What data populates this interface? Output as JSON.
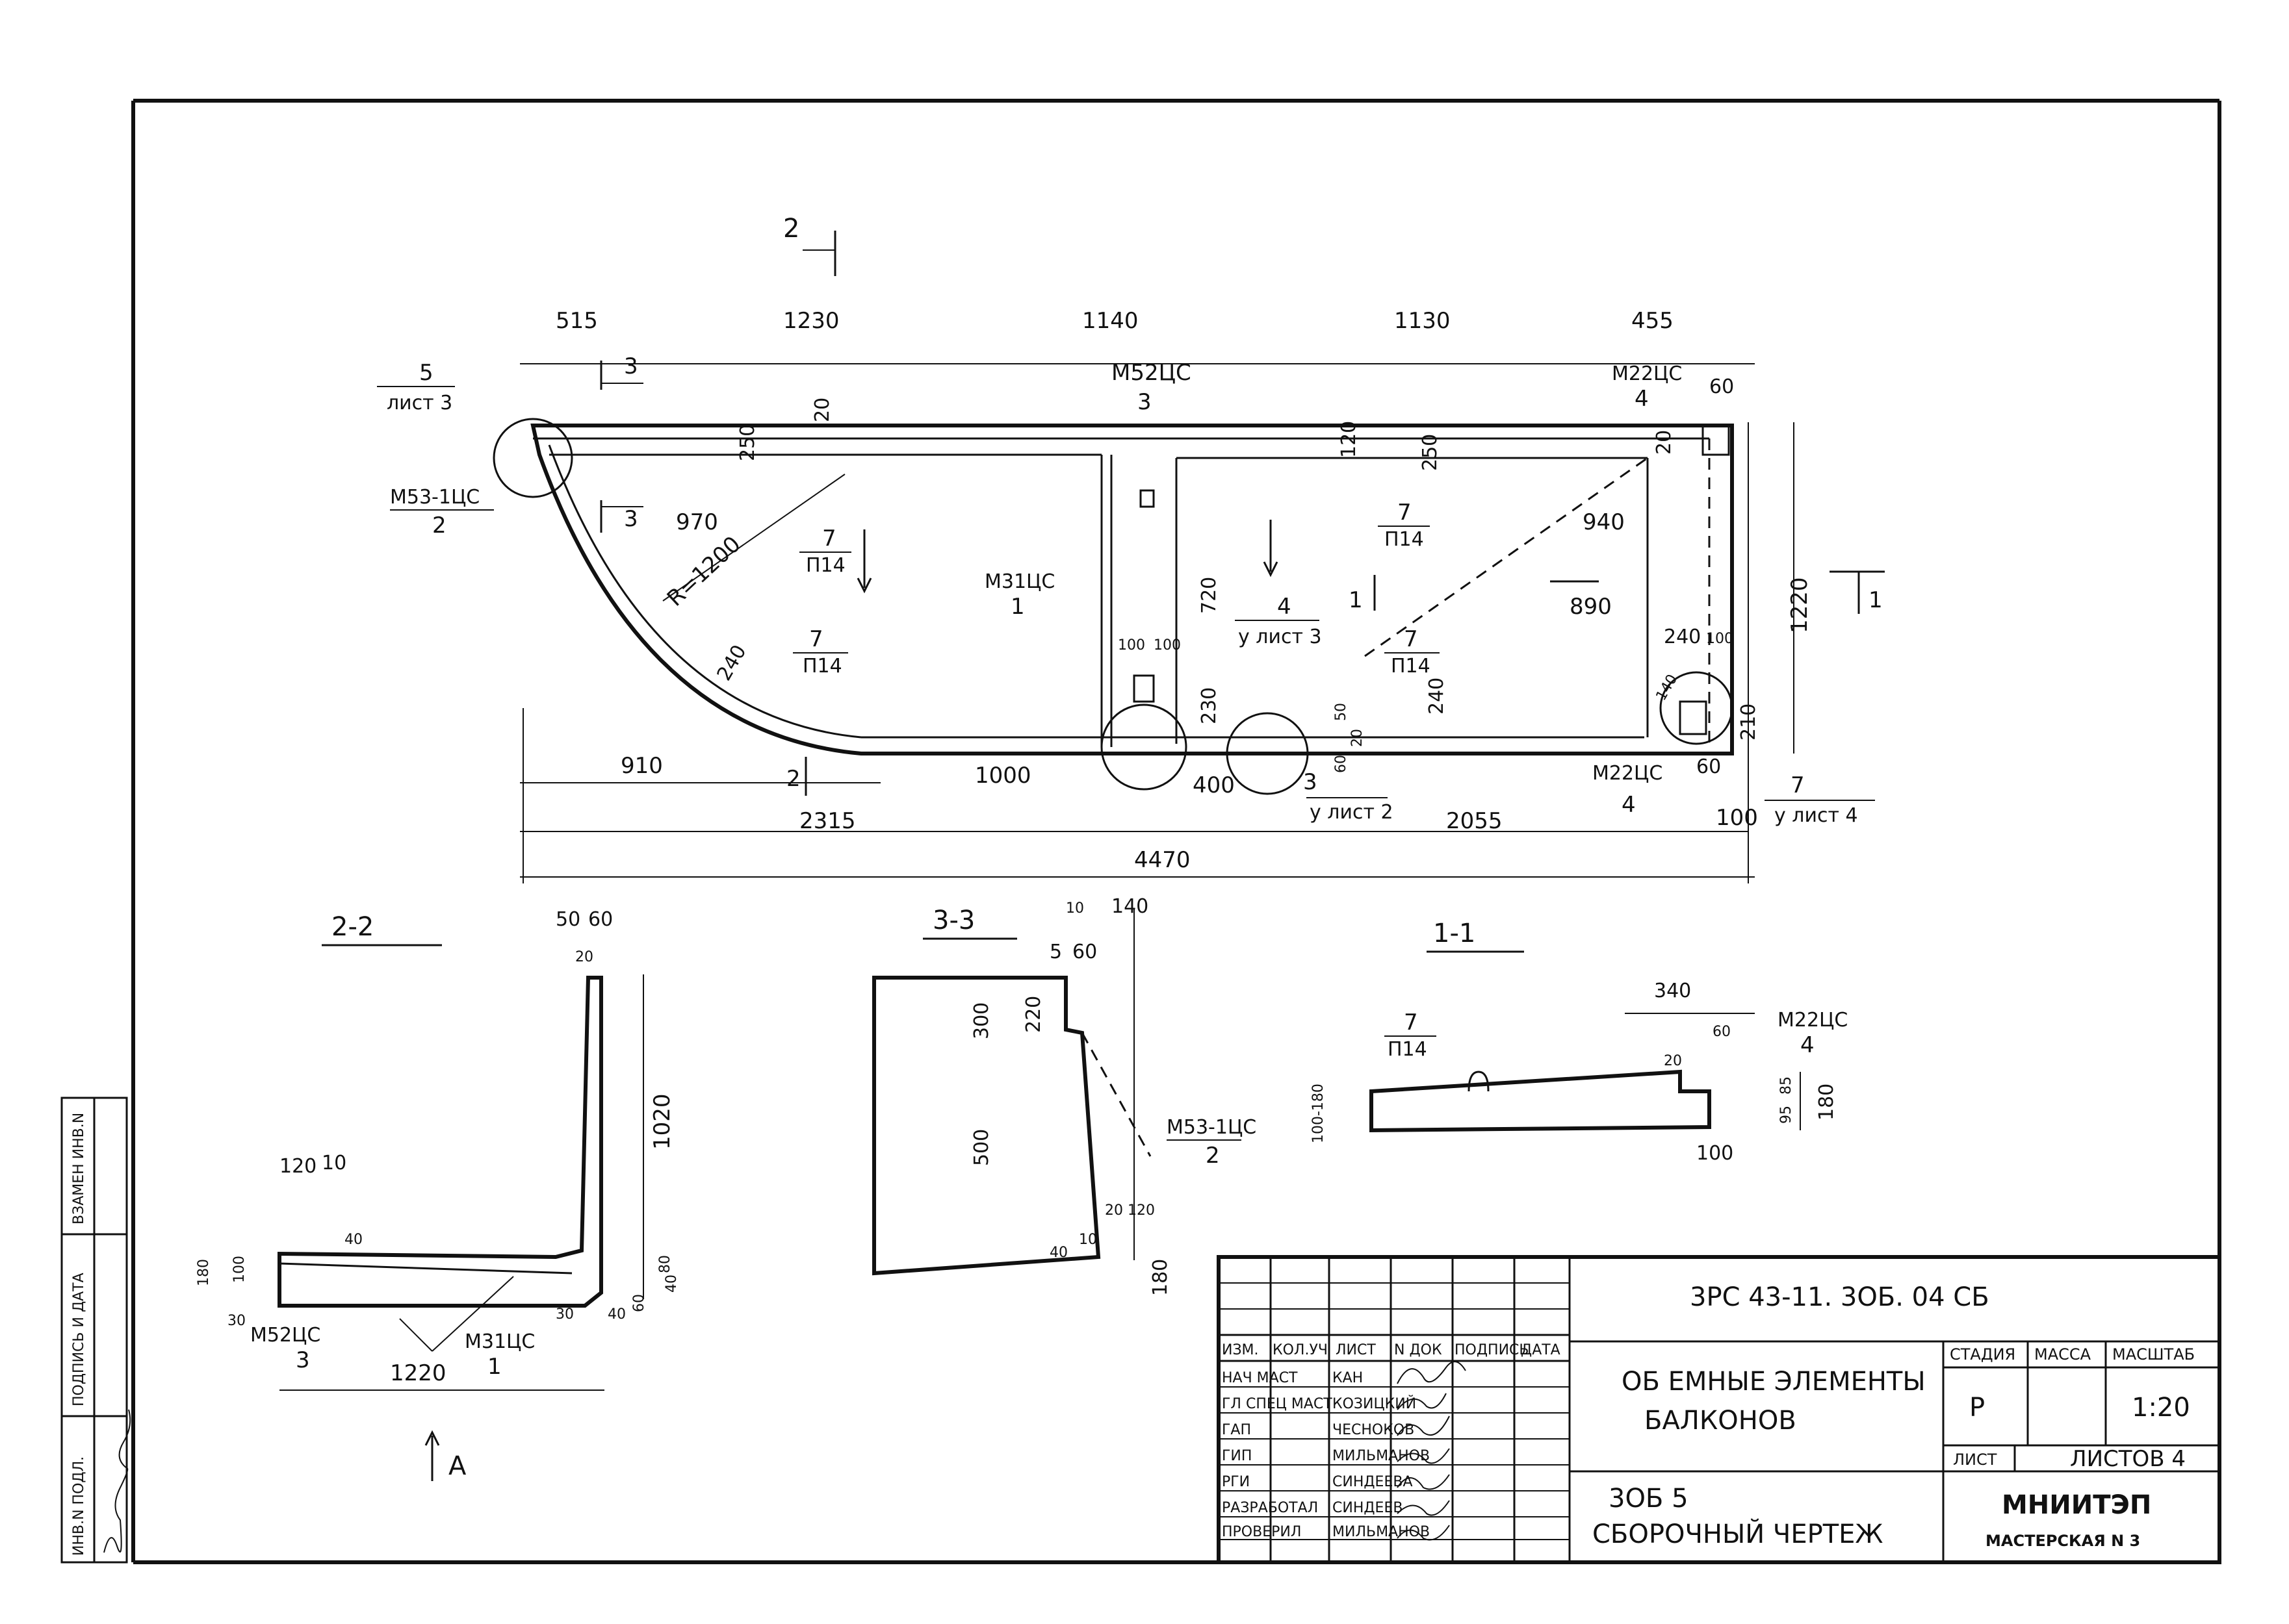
{
  "plan": {
    "dims_top": [
      "515",
      "1230",
      "1140",
      "1130",
      "455"
    ],
    "dims_bottom": [
      "910",
      "1000",
      "400",
      "2315",
      "2055",
      "100",
      "4470"
    ],
    "dims_inner": [
      "250",
      "20",
      "970",
      "R=1200",
      "240",
      "120",
      "250",
      "20",
      "940",
      "890",
      "720",
      "100",
      "100",
      "230",
      "240",
      "240",
      "100",
      "140",
      "210",
      "60",
      "60",
      "1220",
      "50",
      "20",
      "60"
    ],
    "callouts": [
      {
        "num": "5",
        "sheet": "лист 3"
      },
      {
        "num": "M53-1ЦС",
        "sheet": "2"
      },
      {
        "num": "M52ЦС",
        "sheet": "3"
      },
      {
        "num": "M22ЦС",
        "sheet": "4"
      },
      {
        "num": "M31ЦС",
        "sheet": "1"
      },
      {
        "num": "7",
        "sheet": "П14"
      },
      {
        "num": "7",
        "sheet": "П14"
      },
      {
        "num": "7",
        "sheet": "П14"
      },
      {
        "num": "7",
        "sheet": "П14"
      },
      {
        "num": "4",
        "sheet": "у лист 3"
      },
      {
        "num": "3",
        "sheet": "у лист 2"
      },
      {
        "num": "M22ЦС",
        "sheet": "4"
      },
      {
        "num": "7",
        "sheet": "у лист 4"
      }
    ],
    "cuts": [
      "2",
      "3",
      "3",
      "1",
      "1",
      "2"
    ]
  },
  "section_2_2": {
    "title": "2-2",
    "dims": [
      "50",
      "60",
      "20",
      "1020",
      "120",
      "10",
      "40",
      "180",
      "100",
      "30",
      "80",
      "60",
      "40",
      "30",
      "40",
      "1220"
    ],
    "labels": [
      {
        "num": "M52ЦС",
        "sheet": "3"
      },
      {
        "num": "M31ЦС",
        "sheet": "1"
      }
    ],
    "view": "A"
  },
  "section_3_3": {
    "title": "3-3",
    "dims": [
      "10",
      "140",
      "5",
      "60",
      "300",
      "220",
      "500",
      "40",
      "10",
      "20",
      "120",
      "180"
    ],
    "label": {
      "num": "M53-1ЦС",
      "sheet": "2"
    }
  },
  "section_1_1": {
    "title": "1-1",
    "dims": [
      "340",
      "60",
      "20",
      "100-180",
      "95",
      "85",
      "180",
      "100"
    ],
    "labels": [
      {
        "num": "7",
        "sheet": "П14"
      },
      {
        "num": "M22ЦС",
        "sheet": "4"
      }
    ]
  },
  "stamp": {
    "code": "3PC 43-11. 3ОБ. 04 СБ",
    "title_line1": "ОБ ЕМНЫЕ  ЭЛЕМЕНТЫ",
    "title_line2": "БАЛКОНОВ",
    "mark": "3ОБ 5",
    "drawing_type": "СБОРОЧНЫЙ  ЧЕРТЕЖ",
    "org": "МНИИТЭП",
    "workshop": "МАСТЕРСКАЯ N 3",
    "head": [
      "ИЗМ.",
      "КОЛ.УЧ",
      "ЛИСТ",
      "N ДОК",
      "ПОДПИСЬ",
      "ДАТА"
    ],
    "roles": [
      "НАЧ МАСТ",
      "ГЛ СПЕЦ МАСТ",
      "ГАП",
      "ГИП",
      "РГИ",
      "РАЗРАБОТАЛ",
      "ПРОВЕРИЛ"
    ],
    "names": [
      "КАН",
      "КОЗИЦКИЙ",
      "ЧЕСНОКОВ",
      "МИЛЬМАНОВ",
      "СИНДЕЕВА",
      "СИНДЕЕВ",
      "МИЛЬМАНОВ"
    ],
    "stage_label": "СТАДИЯ",
    "mass_label": "МАССА",
    "scale_label": "МАСШТАБ",
    "stage": "Р",
    "scale": "1:20",
    "sheet_label": "ЛИСТ",
    "sheets_label": "ЛИСТОВ 4"
  },
  "side_strip": [
    "ВЗАМЕН ИНВ.N",
    "ПОДПИСЬ И ДАТА",
    "ИНВ.N ПОДЛ."
  ]
}
